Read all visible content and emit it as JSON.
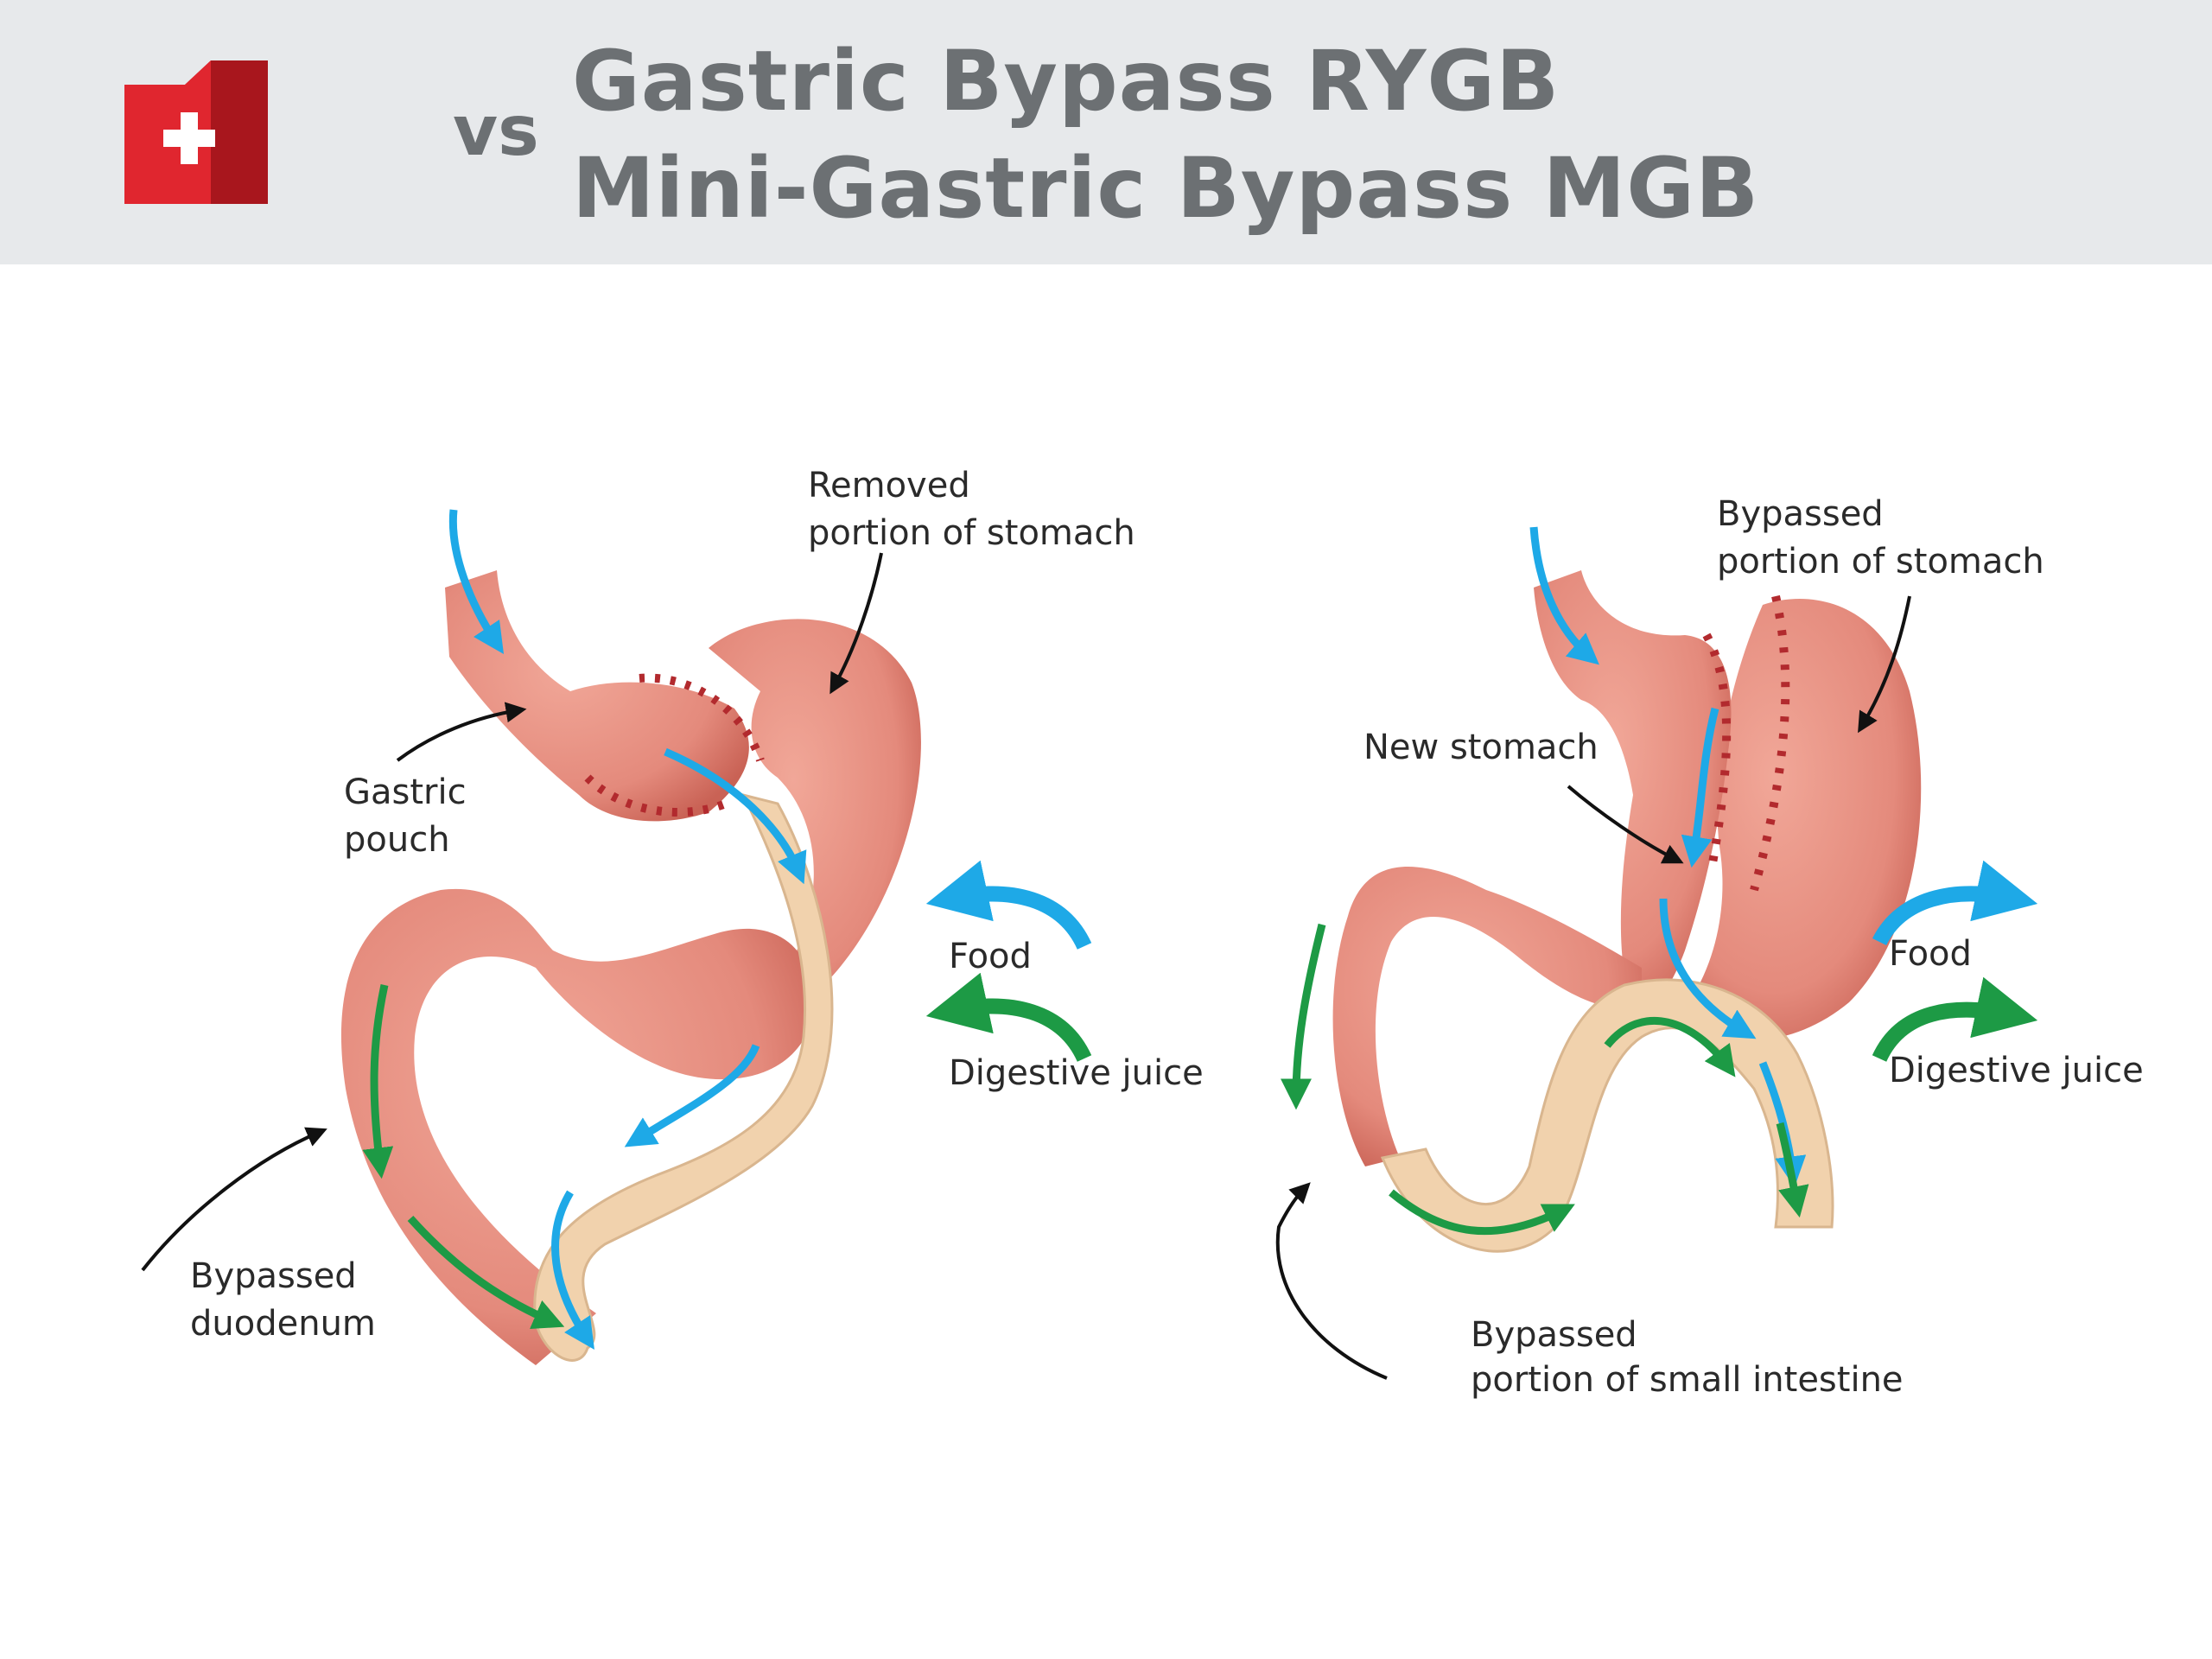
{
  "header": {
    "vs": "vs",
    "title_line1": "Gastric Bypass RYGB",
    "title_line2": "Mini-Gastric Bypass MGB"
  },
  "rygb": {
    "removed_line1": "Removed",
    "removed_line2": "portion of stomach",
    "pouch_line1": "Gastric",
    "pouch_line2": "pouch",
    "duodenum_line1": "Bypassed",
    "duodenum_line2": "duodenum"
  },
  "mgb": {
    "bypassed_line1": "Bypassed",
    "bypassed_line2": "portion of stomach",
    "new_stomach": "New stomach",
    "intestine_line1": "Bypassed",
    "intestine_line2": "portion of small intestine"
  },
  "legend": {
    "food": "Food",
    "juice": "Digestive juice"
  },
  "colors": {
    "header_bg": "#e7e9eb",
    "title": "#6c7073",
    "brand_red": "#d3202a",
    "stomach": "#e48a7c",
    "stomach_dark": "#c96255",
    "limb": "#f1d2ad",
    "food_arrow": "#1ea9e7",
    "juice_arrow": "#1d9a45",
    "staple": "#b22a2e"
  },
  "icons": [
    "medical-cross-icon"
  ]
}
